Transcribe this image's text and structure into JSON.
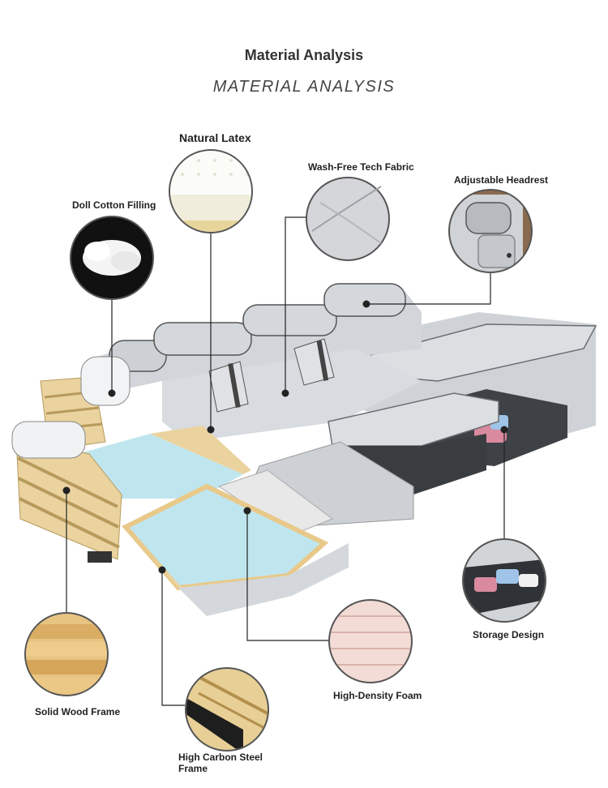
{
  "header": {
    "title": "Material Analysis",
    "subtitle": "MATERIAL ANALYSIS"
  },
  "callouts": {
    "natural_latex": "Natural Latex",
    "doll_cotton": "Doll Cotton Filling",
    "wash_free_fabric": "Wash-Free Tech Fabric",
    "adjustable_headrest": "Adjustable Headrest",
    "storage_design": "Storage Design",
    "high_density_foam": "High-Density Foam",
    "solid_wood_frame": "Solid Wood Frame",
    "steel_frame_line1": "High Carbon Steel",
    "steel_frame_line2": "Frame"
  },
  "colors": {
    "sofa_gray": "#d6d9dc",
    "sofa_shadow": "#b9bdc2",
    "wood": "#e9cf98",
    "latex_blue": "#bfe6ee",
    "leader_line": "#222222"
  }
}
